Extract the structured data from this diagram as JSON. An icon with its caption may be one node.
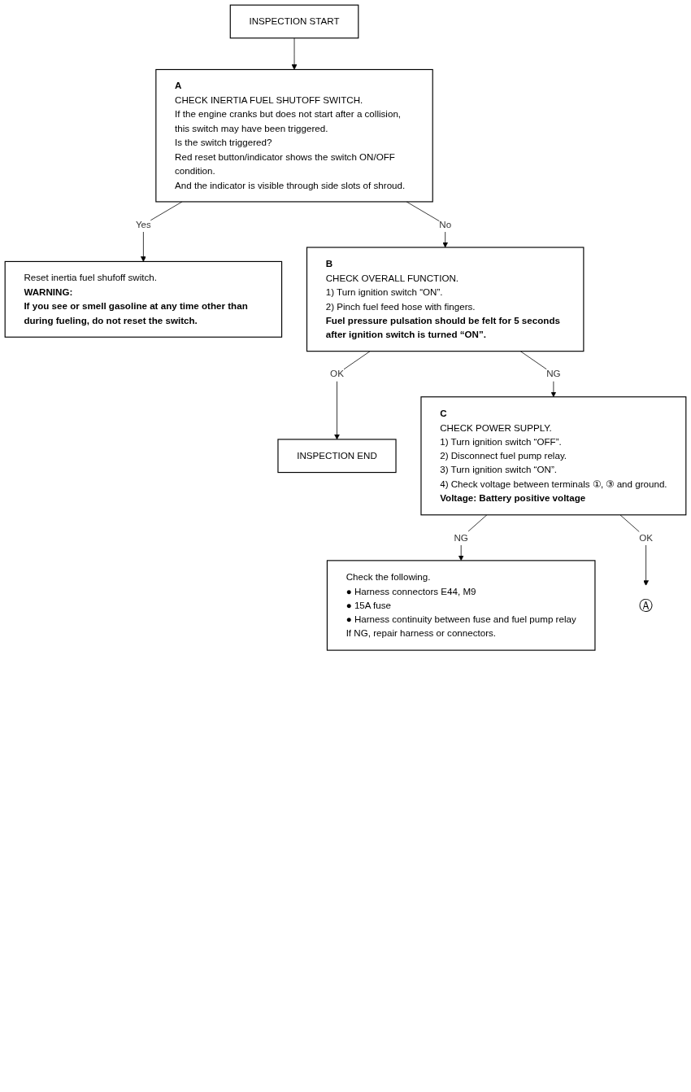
{
  "diagram": {
    "nodes": [
      {
        "text": [
          "INSPECTION START"
        ]
      },
      {
        "text": [
          "A",
          "CHECK INERTIA FUEL SHUTOFF SWITCH.",
          "If the engine cranks but does not start after a collision, this switch may have been triggered.",
          "Is the switch triggered?",
          "Red reset button/indicator shows the switch ON/OFF condition.",
          "And the indicator is visible through side slots of shroud."
        ]
      },
      {
        "text": [
          "Reset inertia fuel shufoff switch.",
          "WARNING:",
          "If you see or smell gasoline at any time other than during fueling, do not reset the switch."
        ]
      },
      {
        "text": [
          "B",
          "CHECK OVERALL FUNCTION.",
          "1) Turn ignition switch “ON”.",
          "2) Pinch fuel feed hose with fingers.",
          "Fuel pressure pulsation should be felt for 5 seconds after ignition switch is turned “ON”."
        ]
      },
      {
        "text": [
          "INSPECTION END"
        ]
      },
      {
        "text": [
          "C",
          "CHECK POWER SUPPLY.",
          "1) Turn ignition switch “OFF”.",
          "2) Disconnect fuel pump relay.",
          "3) Turn ignition switch “ON”.",
          "4) Check voltage between terminals ①, ③ and ground.",
          "Voltage: Battery positive voltage"
        ]
      },
      {
        "text": [
          "Check the following.",
          "● Harness connectors E44, M9",
          "● 15A fuse",
          "● Harness continuity between fuse and fuel pump relay",
          "If NG, repair harness or connectors."
        ]
      },
      {
        "text": [
          "Ⓐ"
        ]
      }
    ],
    "edges": [
      {
        "from": 0,
        "to": 1,
        "arrow": "to"
      },
      {
        "from": 1,
        "to": 2,
        "label": "Yes",
        "arrow": "to"
      },
      {
        "from": 1,
        "to": 3,
        "label": "No",
        "arrow": "to"
      },
      {
        "from": 3,
        "to": 4,
        "label": "OK",
        "arrow": "to"
      },
      {
        "from": 3,
        "to": 5,
        "label": "NG",
        "arrow": "to"
      },
      {
        "from": 5,
        "to": 6,
        "label": "NG",
        "arrow": "to"
      },
      {
        "from": 5,
        "to": 7,
        "label": "OK",
        "arrow": "to"
      }
    ]
  }
}
